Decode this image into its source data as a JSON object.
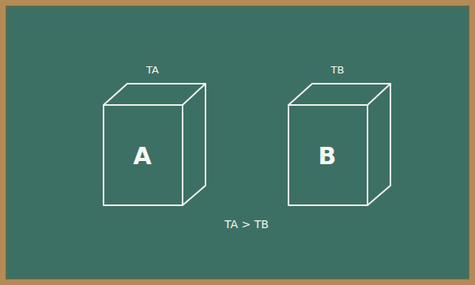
{
  "diagram": {
    "nodes": [
      {
        "text": [
          "TA",
          "A"
        ]
      },
      {
        "text": [
          "TB",
          "B"
        ]
      }
    ],
    "labels": [
      "TA > TB"
    ]
  }
}
